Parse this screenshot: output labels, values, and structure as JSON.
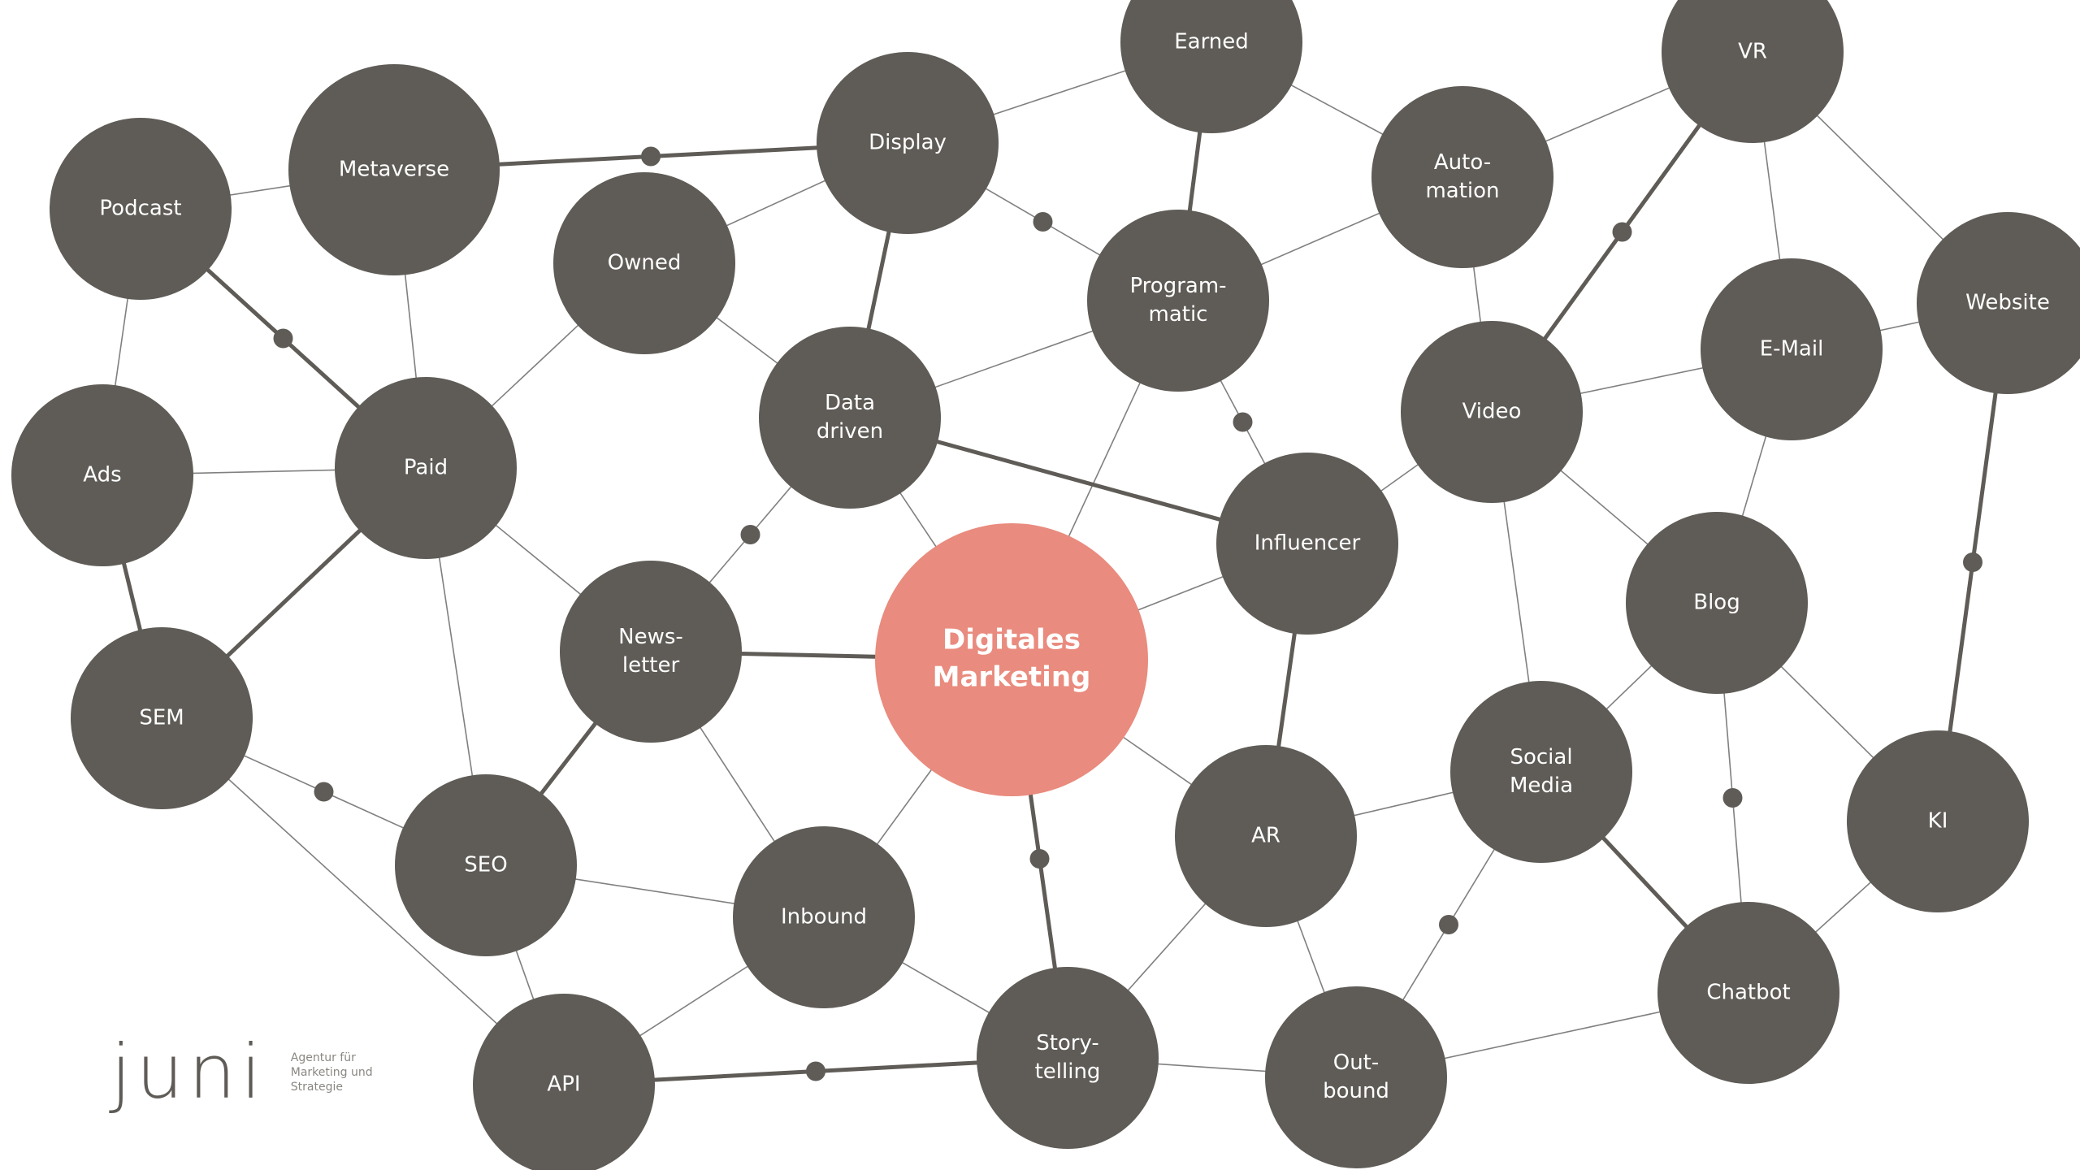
{
  "center": {
    "lines": [
      "Digitales",
      "Marketing"
    ]
  },
  "nodes": [
    {
      "id": "earned",
      "lines": [
        "Earned"
      ]
    },
    {
      "id": "vr",
      "lines": [
        "VR"
      ]
    },
    {
      "id": "podcast",
      "lines": [
        "Podcast"
      ]
    },
    {
      "id": "metaverse",
      "lines": [
        "Metaverse"
      ]
    },
    {
      "id": "display",
      "lines": [
        "Display"
      ]
    },
    {
      "id": "owned",
      "lines": [
        "Owned"
      ]
    },
    {
      "id": "automation",
      "lines": [
        "Auto-",
        "mation"
      ]
    },
    {
      "id": "programmatic",
      "lines": [
        "Program-",
        "matic"
      ]
    },
    {
      "id": "website",
      "lines": [
        "Website"
      ]
    },
    {
      "id": "email",
      "lines": [
        "E-Mail"
      ]
    },
    {
      "id": "ads",
      "lines": [
        "Ads"
      ]
    },
    {
      "id": "paid",
      "lines": [
        "Paid"
      ]
    },
    {
      "id": "data_driven",
      "lines": [
        "Data",
        "driven"
      ]
    },
    {
      "id": "video",
      "lines": [
        "Video"
      ]
    },
    {
      "id": "influencer",
      "lines": [
        "Influencer"
      ]
    },
    {
      "id": "blog",
      "lines": [
        "Blog"
      ]
    },
    {
      "id": "newsletter",
      "lines": [
        "News-",
        "letter"
      ]
    },
    {
      "id": "sem",
      "lines": [
        "SEM"
      ]
    },
    {
      "id": "social_media",
      "lines": [
        "Social",
        "Media"
      ]
    },
    {
      "id": "ar",
      "lines": [
        "AR"
      ]
    },
    {
      "id": "ki",
      "lines": [
        "KI"
      ]
    },
    {
      "id": "seo",
      "lines": [
        "SEO"
      ]
    },
    {
      "id": "inbound",
      "lines": [
        "Inbound"
      ]
    },
    {
      "id": "chatbot",
      "lines": [
        "Chatbot"
      ]
    },
    {
      "id": "storytelling",
      "lines": [
        "Story-",
        "telling"
      ]
    },
    {
      "id": "outbound",
      "lines": [
        "Out-",
        "bound"
      ]
    },
    {
      "id": "api",
      "lines": [
        "API"
      ]
    }
  ],
  "logo": {
    "wordmark": "juni",
    "tagline": [
      "Agentur für",
      "Marketing und",
      "Strategie"
    ]
  },
  "colors": {
    "node": "#5f5c57",
    "center": "#e98b7e",
    "edge": "#808080",
    "text": "#ffffff"
  }
}
